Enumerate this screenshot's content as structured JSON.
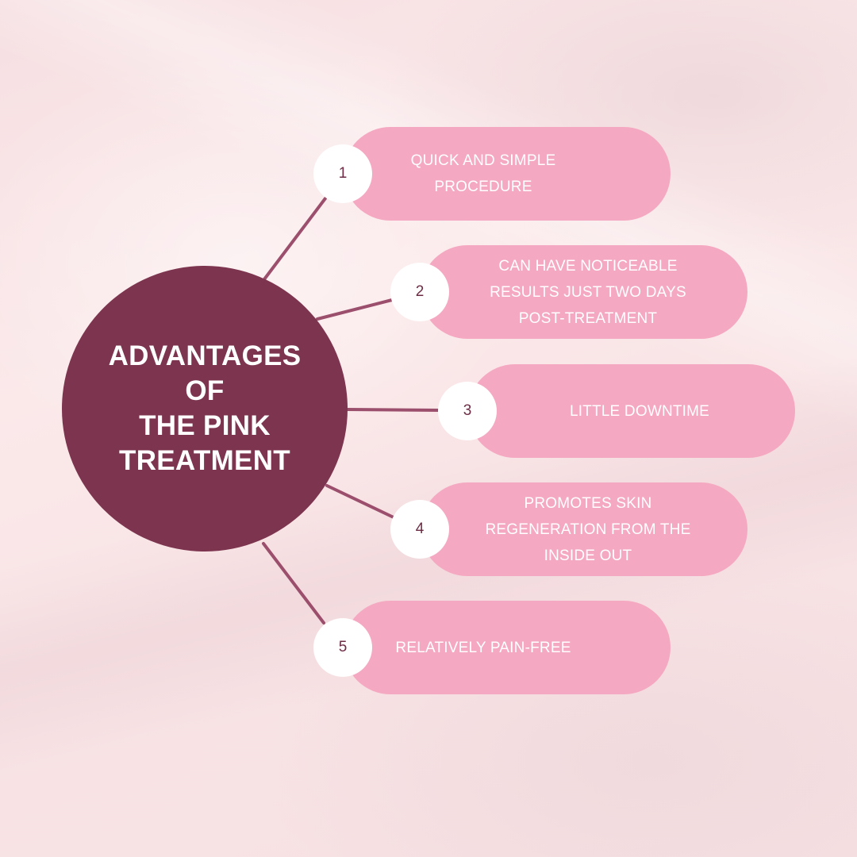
{
  "hub": {
    "title": "ADVANTAGES\nOF\nTHE PINK\nTREATMENT"
  },
  "items": [
    {
      "number": "1",
      "text": "QUICK AND SIMPLE PROCEDURE"
    },
    {
      "number": "2",
      "text": "CAN HAVE NOTICEABLE RESULTS JUST TWO DAYS POST-TREATMENT"
    },
    {
      "number": "3",
      "text": "LITTLE DOWNTIME"
    },
    {
      "number": "4",
      "text": "PROMOTES SKIN REGENERATION FROM THE INSIDE OUT"
    },
    {
      "number": "5",
      "text": "RELATIVELY PAIN-FREE"
    }
  ],
  "colors": {
    "hub": "#7c344f",
    "pill": "#f5a8c1",
    "connector": "#9c4f6c",
    "badge_text": "#6d2c45"
  }
}
